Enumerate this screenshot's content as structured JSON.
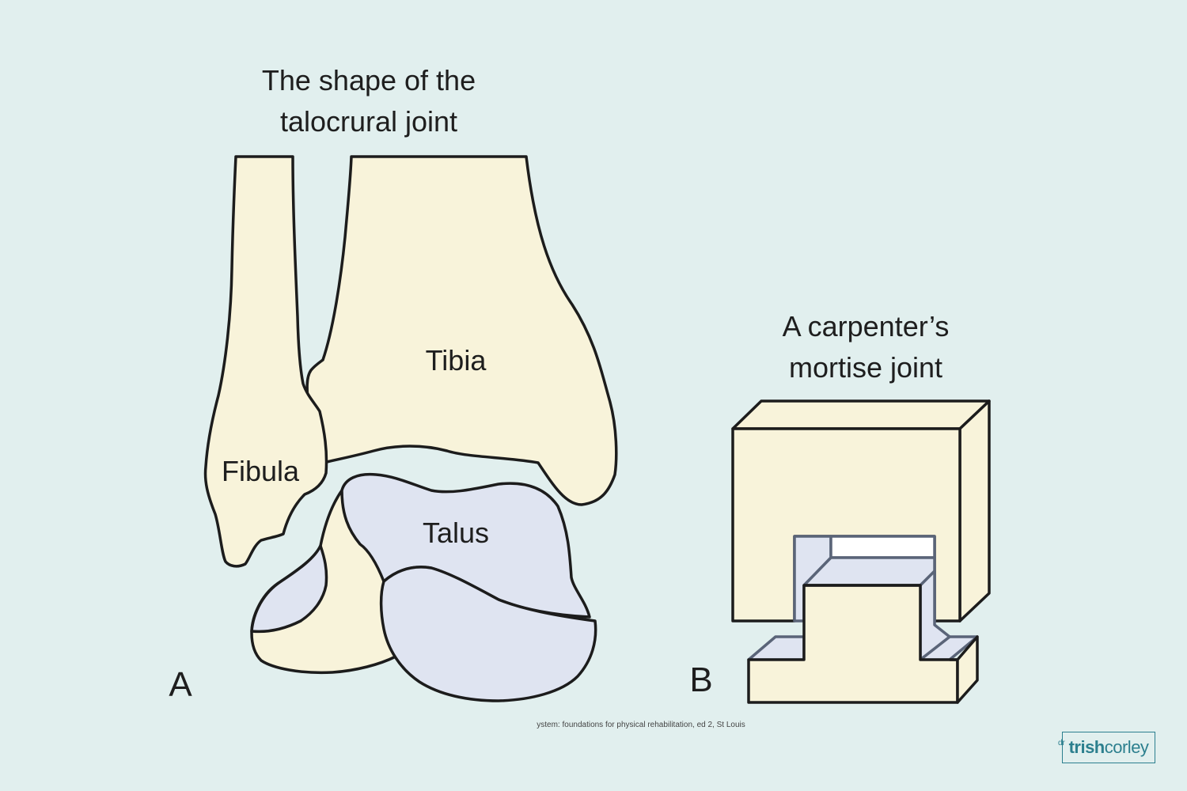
{
  "title": {
    "line1": "The shape of the",
    "line2": "talocrural joint"
  },
  "labels": {
    "tibia": "Tibia",
    "fibula": "Fibula",
    "talus": "Talus",
    "mortise_line1": "A carpenter’s",
    "mortise_line2": "mortise joint",
    "panel_a": "A",
    "panel_b": "B"
  },
  "caption": "ystem: foundations for physical rehabilitation, ed 2, St Louis",
  "logo": {
    "prefix": "dr",
    "name_bold": "trish",
    "name_rest": "corley"
  },
  "colors": {
    "background": "#e1efee",
    "bone": "#f8f3da",
    "talus": "#dfe4f1",
    "outline": "#1c1c1c",
    "steel_outline": "#5a6478",
    "brand": "#2c7f8e"
  }
}
